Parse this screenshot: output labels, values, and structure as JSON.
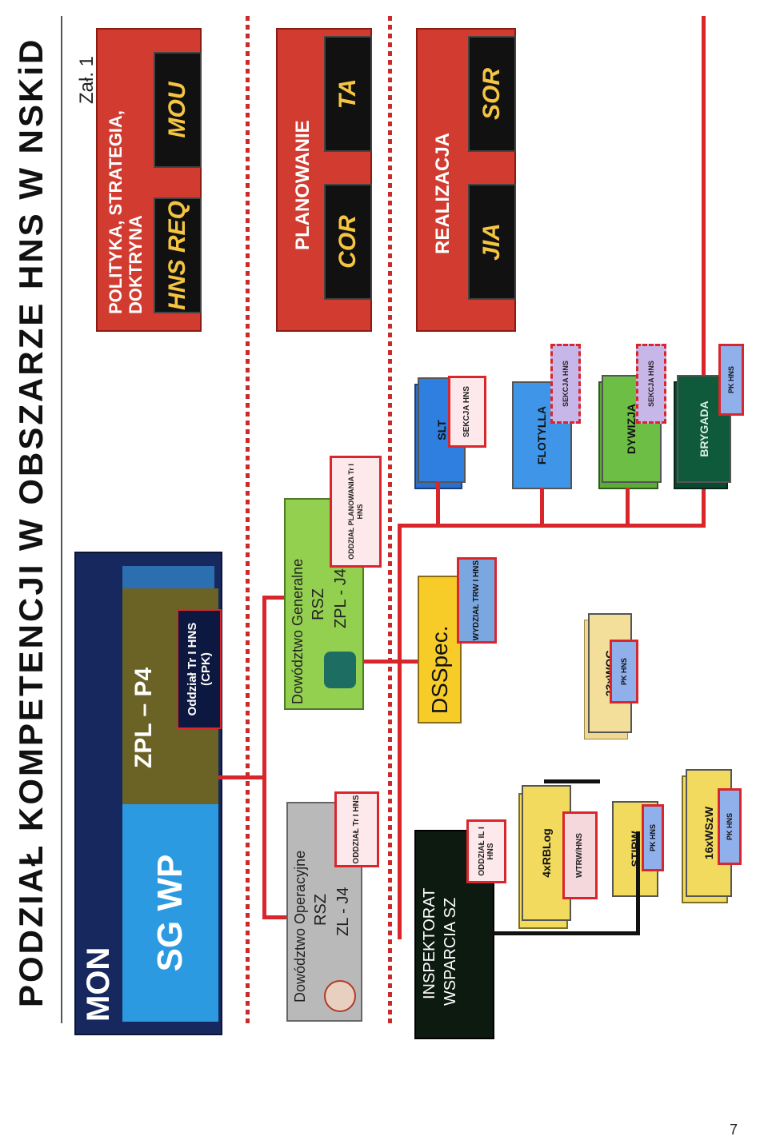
{
  "title": "PODZIAŁ KOMPETENCJI W OBSZARZE HNS W NSKiD",
  "annex": "Zał. 1",
  "page_number": "7",
  "mon": {
    "label": "MON",
    "sgwp": "SG WP",
    "zpl_p4": "ZPL – P4",
    "oddzial_cpk": "Oddział Tr I HNS (CPK)"
  },
  "dowodztwo_operacyjne": {
    "line1": "Dowództwo Operacyjne",
    "line2": "RSZ",
    "line3": "ZL - J4",
    "tag": "ODDZIAŁ Tr I HNS"
  },
  "dowodztwo_generalne": {
    "line1": "Dowództwo Generalne",
    "line2": "RSZ",
    "line3": "ZPL - J4",
    "tag": "ODDZIAŁ PLANOWANIA Tr I HNS"
  },
  "inspektorat": {
    "line1": "INSPEKTORAT",
    "line2": "WSPARCIA SZ",
    "tag": "ODDZIAŁ IL I HNS"
  },
  "dsspec": {
    "label": "DSSpec.",
    "tag": "WYDZIAŁ TRW I HNS"
  },
  "support_units": [
    {
      "label": "4xRBLog",
      "tag": "WTRW/HNS"
    },
    {
      "label": "23xWOG",
      "tag": "PK HNS"
    },
    {
      "label": "STIRW",
      "tag": "PK HNS"
    },
    {
      "label": "16xWSzW",
      "tag": "PK HNS"
    }
  ],
  "dg_units": [
    {
      "label": "SLT",
      "tag": "SEKCJA HNS"
    },
    {
      "label": "FLOTYLLA",
      "tag": "SEKCJA HNS"
    },
    {
      "label": "DYWIZJA",
      "tag": "SEKCJA HNS"
    },
    {
      "label": "BRYGADA",
      "tag": "PK HNS"
    }
  ],
  "levels": [
    {
      "title": "POLITYKA, STRATEGIA, DOKTRYNA",
      "items": [
        "HNS REQ",
        "MOU"
      ]
    },
    {
      "title": "PLANOWANIE",
      "items": [
        "COR",
        "TA"
      ]
    },
    {
      "title": "REALIZACJA",
      "items": [
        "JIA",
        "SOR"
      ]
    }
  ],
  "colors": {
    "mon": "#17285e",
    "sgwp": "#2c9ae0",
    "zpl": "#6b6326",
    "dg": "#94d050",
    "do": "#b9b9b9",
    "inspektorat": "#0d1a10",
    "dsspec": "#f7cc28",
    "slt": "#2e7fe0",
    "flotylla": "#3f95e8",
    "dywizja": "#6cbe45",
    "brygada": "#0e5a3a",
    "support": "#f2da5e",
    "level_red": "#d13b30",
    "line_red": "#d9262c"
  }
}
